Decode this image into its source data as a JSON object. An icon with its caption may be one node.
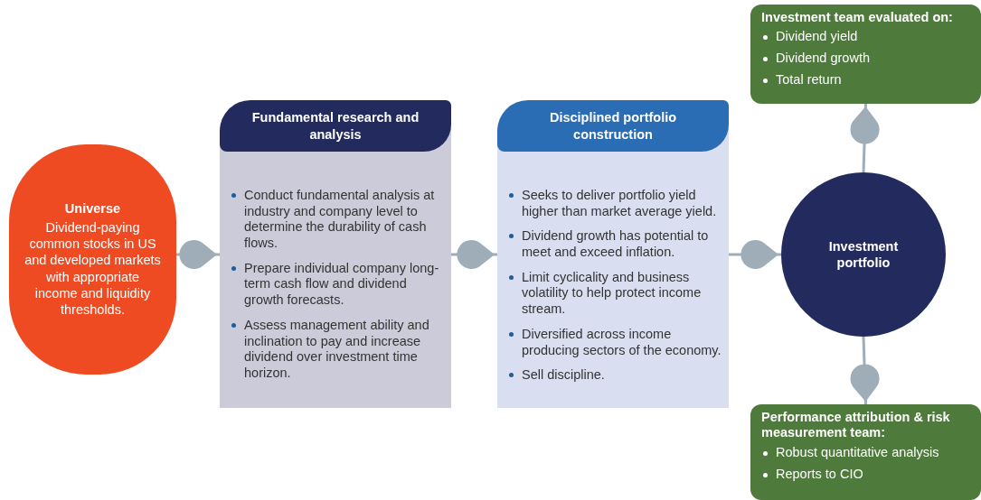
{
  "diagram": {
    "nodes": [
      {
        "text": [
          "Universe",
          "Dividend-paying common stocks in US and developed markets with appropriate income and liquidity thresholds."
        ]
      },
      {
        "text": [
          "Fundamental research and analysis",
          "Conduct fundamental analysis at industry and company level to determine the durability of cash flows.",
          "Prepare individual company long-term cash flow and dividend growth forecasts.",
          "Assess management ability and inclination to pay and increase dividend over investment time horizon."
        ]
      },
      {
        "text": [
          "Disciplined portfolio construction",
          "Seeks to deliver portfolio yield higher than market average yield.",
          "Dividend growth has potential to meet and exceed inflation.",
          "Limit cyclicality and business volatility to help protect income stream.",
          "Diversified across income producing sectors of the economy.",
          "Sell discipline."
        ]
      },
      {
        "text": [
          "Investment portfolio"
        ]
      },
      {
        "text": [
          "Investment team evaluated on:",
          "Dividend yield",
          "Dividend growth",
          "Total return"
        ]
      },
      {
        "text": [
          "Performance attribution & risk measurement team:",
          "Robust quantitative analysis",
          "Reports to CIO"
        ]
      }
    ],
    "edges": [
      {
        "from": 0,
        "to": 1,
        "arrow": "to"
      },
      {
        "from": 1,
        "to": 2,
        "arrow": "to"
      },
      {
        "from": 2,
        "to": 3,
        "arrow": "to"
      },
      {
        "from": 3,
        "to": 4,
        "arrow": "to"
      },
      {
        "from": 3,
        "to": 5,
        "arrow": "to"
      }
    ]
  }
}
